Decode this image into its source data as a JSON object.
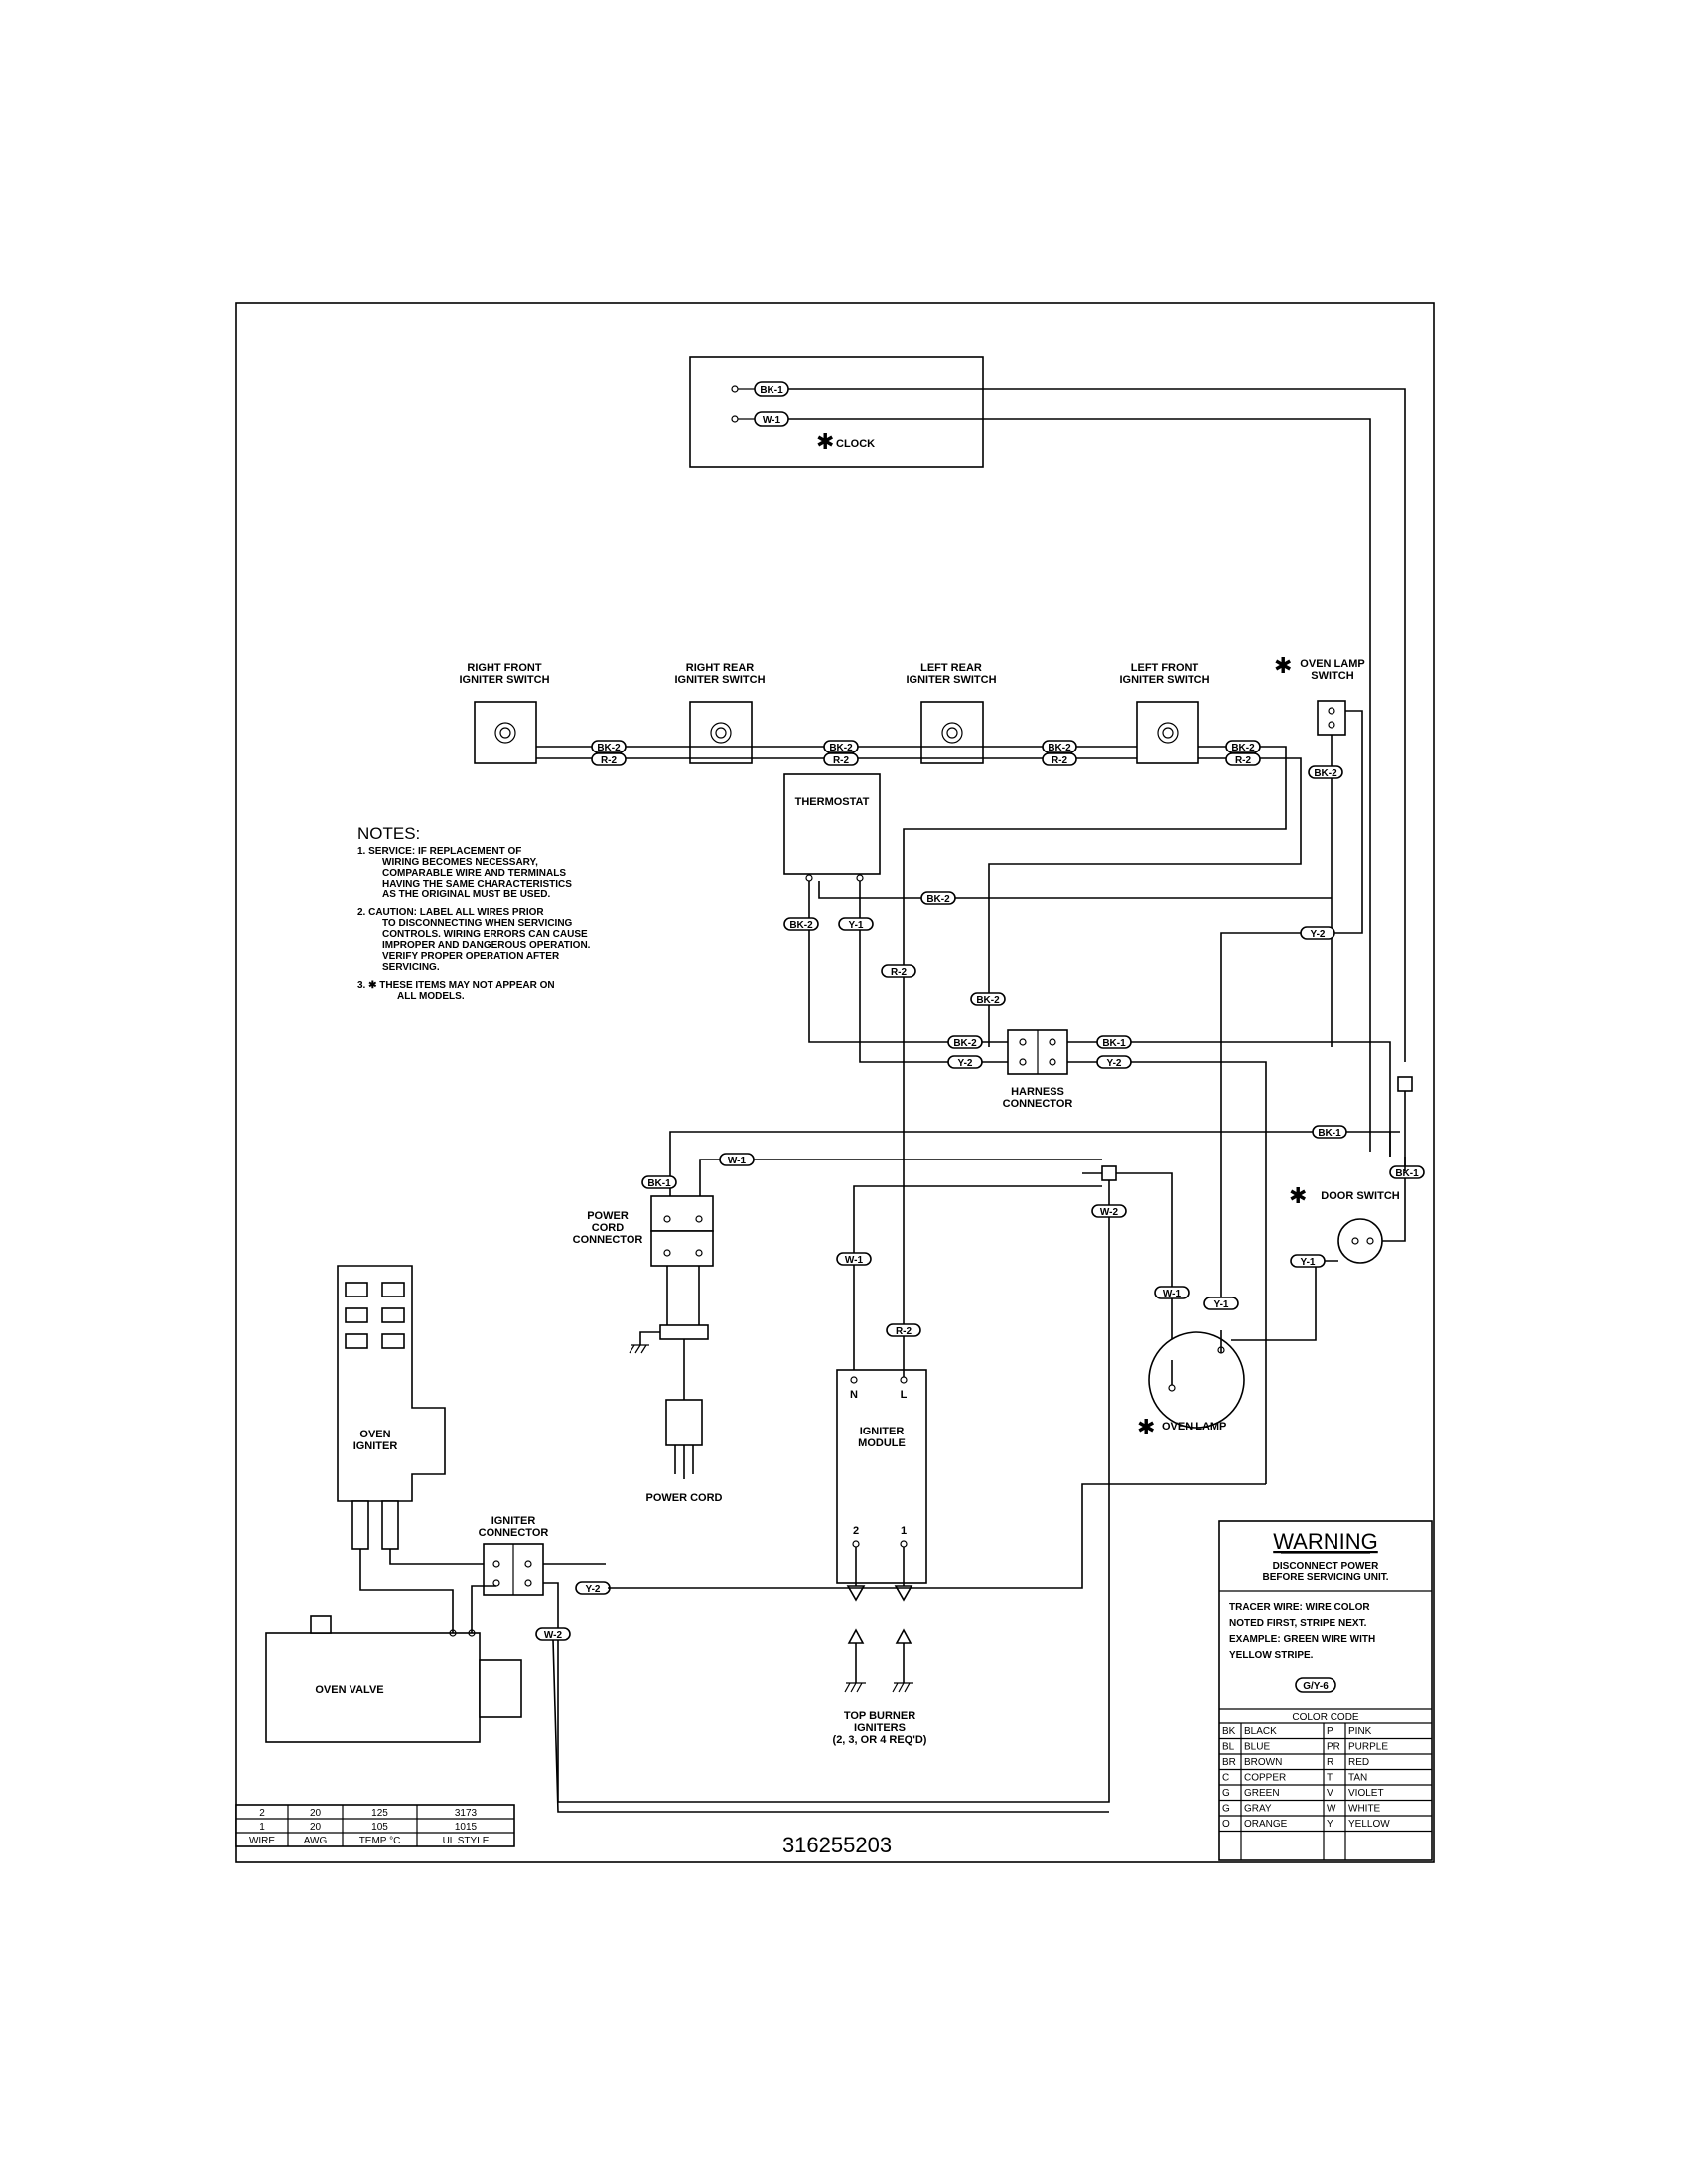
{
  "clock": {
    "label": "CLOCK",
    "tags": [
      "BK-1",
      "W-1"
    ]
  },
  "switches": [
    {
      "name": "right-front",
      "line1": "RIGHT FRONT",
      "line2": "IGNITER SWITCH"
    },
    {
      "name": "right-rear",
      "line1": "RIGHT REAR",
      "line2": "IGNITER SWITCH"
    },
    {
      "name": "left-rear",
      "line1": "LEFT REAR",
      "line2": "IGNITER SWITCH"
    },
    {
      "name": "left-front",
      "line1": "LEFT FRONT",
      "line2": "IGNITER SWITCH"
    }
  ],
  "oven_lamp_switch": {
    "line1": "OVEN LAMP",
    "line2": "SWITCH"
  },
  "thermostat": {
    "label": "THERMOSTAT"
  },
  "harness_connector": {
    "line1": "HARNESS",
    "line2": "CONNECTOR"
  },
  "power_cord_connector": {
    "line1": "POWER",
    "line2": "CORD",
    "line3": "CONNECTOR"
  },
  "power_cord": {
    "label": "POWER CORD"
  },
  "igniter_module": {
    "line1": "IGNITER",
    "line2": "MODULE",
    "n": "N",
    "l": "L",
    "t2": "2",
    "t1": "1"
  },
  "oven_igniter": {
    "line1": "OVEN",
    "line2": "IGNITER"
  },
  "igniter_connector": {
    "line1": "IGNITER",
    "line2": "CONNECTOR"
  },
  "oven_valve": {
    "label": "OVEN VALVE"
  },
  "top_burner": {
    "line1": "TOP BURNER",
    "line2": "IGNITERS",
    "line3": "(2, 3, OR 4 REQ'D)"
  },
  "door_switch": {
    "label": "DOOR SWITCH"
  },
  "oven_lamp": {
    "label": "OVEN LAMP"
  },
  "wire_tags": {
    "bk2": "BK-2",
    "r2": "R-2",
    "y1": "Y-1",
    "y2": "Y-2",
    "bk1": "BK-1",
    "w1": "W-1",
    "w2": "W-2"
  },
  "notes": {
    "title": "NOTES:",
    "n1": [
      "1.  SERVICE:  IF REPLACEMENT OF",
      "WIRING BECOMES NECESSARY,",
      "COMPARABLE WIRE AND TERMINALS",
      "HAVING THE SAME CHARACTERISTICS",
      "AS THE ORIGINAL MUST BE USED."
    ],
    "n2": [
      "2.  CAUTION:  LABEL ALL WIRES PRIOR",
      "TO DISCONNECTING WHEN SERVICING",
      "CONTROLS.  WIRING ERRORS CAN CAUSE",
      "IMPROPER AND DANGEROUS OPERATION.",
      "VERIFY PROPER OPERATION AFTER",
      "SERVICING."
    ],
    "n3": [
      "3.  ✱ THESE ITEMS MAY NOT APPEAR ON",
      "ALL MODELS."
    ]
  },
  "warning": {
    "title": "WARNING",
    "line1": "DISCONNECT POWER",
    "line2": "BEFORE SERVICING UNIT.",
    "tracer": [
      "TRACER WIRE:      WIRE COLOR",
      "NOTED FIRST, STRIPE NEXT.",
      "EXAMPLE:  GREEN WIRE WITH",
      "YELLOW STRIPE."
    ],
    "example_tag": "G/Y-6"
  },
  "color_code": {
    "title": "COLOR CODE",
    "rows": [
      [
        "BK",
        "BLACK",
        "P",
        "PINK"
      ],
      [
        "BL",
        "BLUE",
        "PR",
        "PURPLE"
      ],
      [
        "BR",
        "BROWN",
        "R",
        "RED"
      ],
      [
        "C",
        "COPPER",
        "T",
        "TAN"
      ],
      [
        "G",
        "GREEN",
        "V",
        "VIOLET"
      ],
      [
        "G",
        "GRAY",
        "W",
        "WHITE"
      ],
      [
        "O",
        "ORANGE",
        "Y",
        "YELLOW"
      ]
    ]
  },
  "wire_table": {
    "rows": [
      [
        "2",
        "20",
        "125",
        "3173"
      ],
      [
        "1",
        "20",
        "105",
        "1015"
      ]
    ],
    "header": [
      "WIRE",
      "AWG",
      "TEMP °C",
      "UL STYLE"
    ]
  },
  "part_number": "316255203"
}
